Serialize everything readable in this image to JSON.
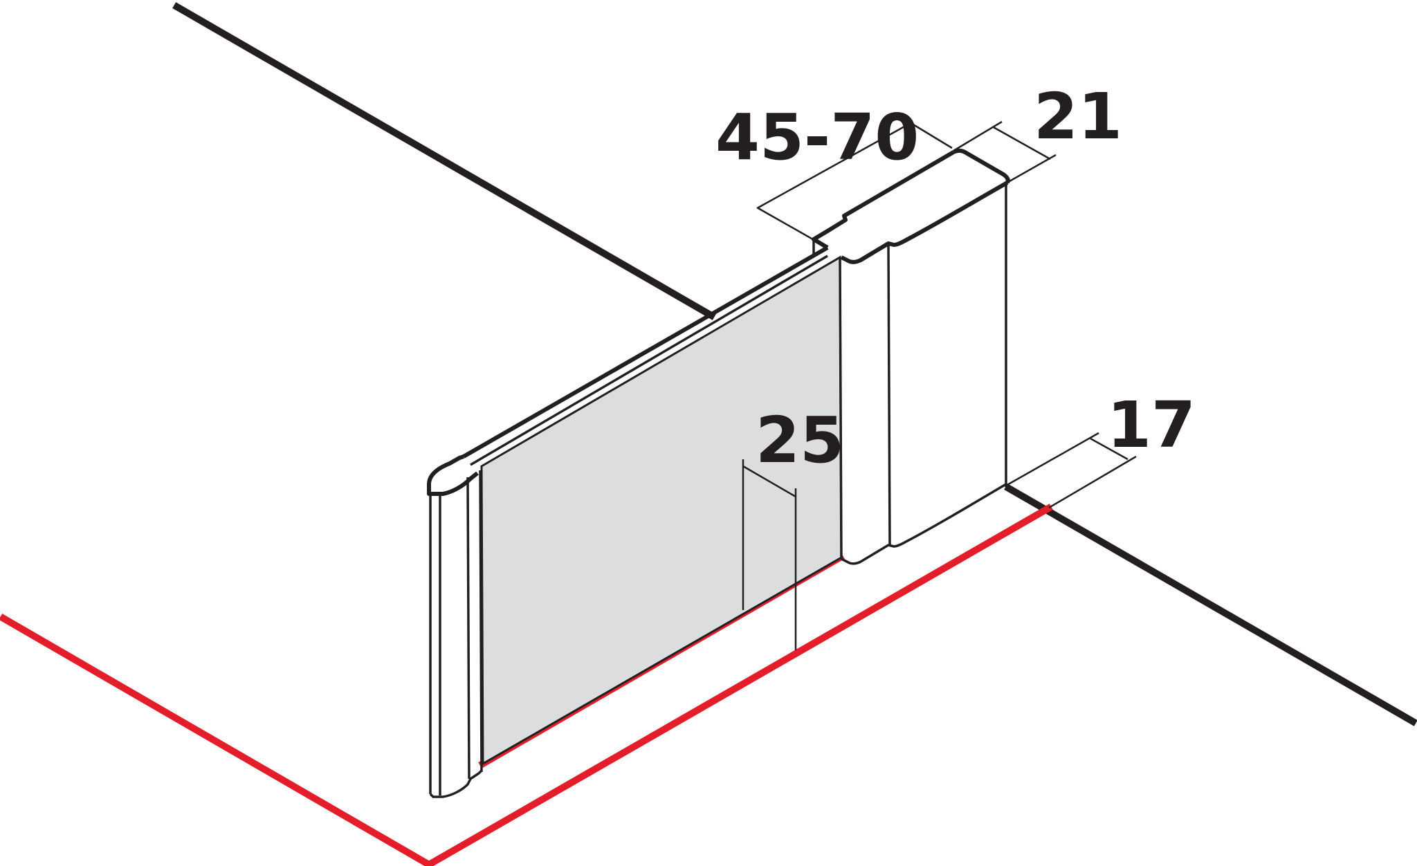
{
  "dimensions": {
    "adjustment_range": "45-70",
    "profile_depth": "21",
    "glass_inset": "25",
    "wall_offset": "17"
  },
  "colors": {
    "line": "#231f20",
    "floor_accent": "#e31e2a",
    "glass": "#dcdddf",
    "background": "#ffffff"
  }
}
